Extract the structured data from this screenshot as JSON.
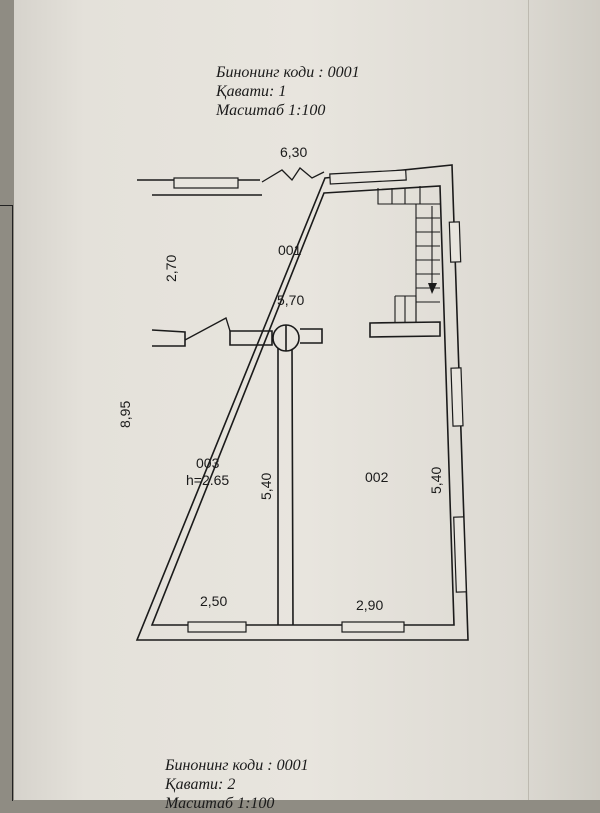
{
  "header": {
    "building_code": "Бинонинг коди : 0001",
    "floor": "Қавати: 1",
    "scale": "Масштаб 1:100"
  },
  "footer": {
    "building_code": "Бинонинг коди : 0001",
    "floor": "Қавати: 2",
    "scale_partial": "Масштаб 1:100"
  },
  "dimensions": {
    "total_width": "6,30",
    "total_height": "8,95",
    "hall_width": "5,70",
    "hall_height": "2,70",
    "room003_height": "5,40",
    "room002_height": "5,40",
    "room003_width": "2,50",
    "room002_width": "2,90"
  },
  "rooms": {
    "r001": "001",
    "r002": "002",
    "r003": "003",
    "r003_height": "h=2.65"
  }
}
